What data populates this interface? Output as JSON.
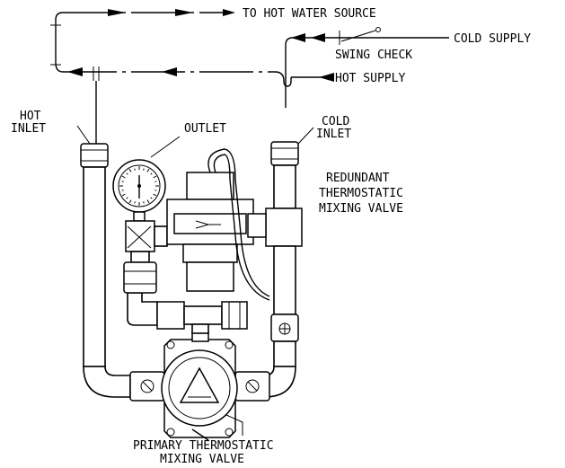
{
  "labels": {
    "hot_water_source": "TO HOT WATER SOURCE",
    "cold_supply": "COLD SUPPLY",
    "swing_check": "SWING CHECK",
    "hot_supply": "HOT SUPPLY",
    "hot_inlet_1": "HOT",
    "hot_inlet_2": "INLET",
    "outlet": "OUTLET",
    "cold_inlet_1": "COLD",
    "cold_inlet_2": "INLET",
    "redundant_1": "REDUNDANT",
    "redundant_2": "THERMOSTATIC",
    "redundant_3": "MIXING VALVE",
    "primary_1": "PRIMARY THERMOSTATIC",
    "primary_2": "MIXING VALVE"
  }
}
